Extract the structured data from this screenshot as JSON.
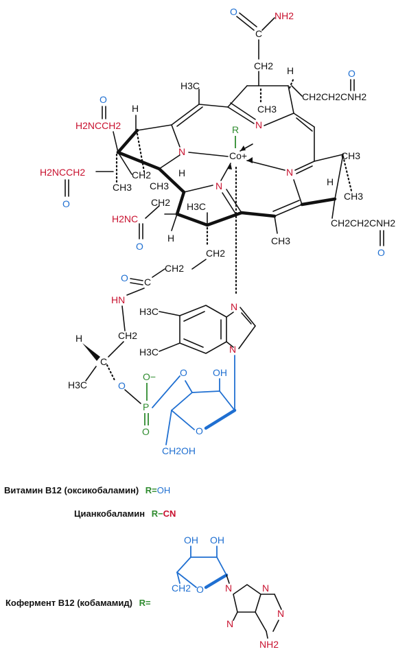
{
  "atoms": {
    "o": "O",
    "nh2": "NH2",
    "c": "C",
    "ch2": "CH2",
    "ch3": "CH3",
    "h3c": "H3C",
    "h": "H",
    "n": "N",
    "hn": "HN",
    "co": "Co+",
    "r": "R",
    "p": "P",
    "o_minus": "O−",
    "oh": "OH",
    "ch2oh": "CH2OH",
    "h2nc_ch2": "H2NCCH2",
    "h2nc": "H2NC",
    "h2nc_ch2_ch2": "H2NCCH2",
    "ch2ch2cnh2": "CH2CH2CNH2"
  },
  "captions": {
    "vitamin_b12": "Витамин B12 (оксикобаламин)",
    "vitamin_r": "R=",
    "vitamin_r_val": "OH",
    "cyano": "Цианкобаламин",
    "cyano_r": "R−",
    "cyano_r_val": "CN",
    "coenzyme": "Кофермент B12 (кобамамид)",
    "coenzyme_r": "R="
  },
  "colors": {
    "black": "#111111",
    "red": "#c8102e",
    "blue": "#1f6fd1",
    "green": "#2e8b2e"
  }
}
